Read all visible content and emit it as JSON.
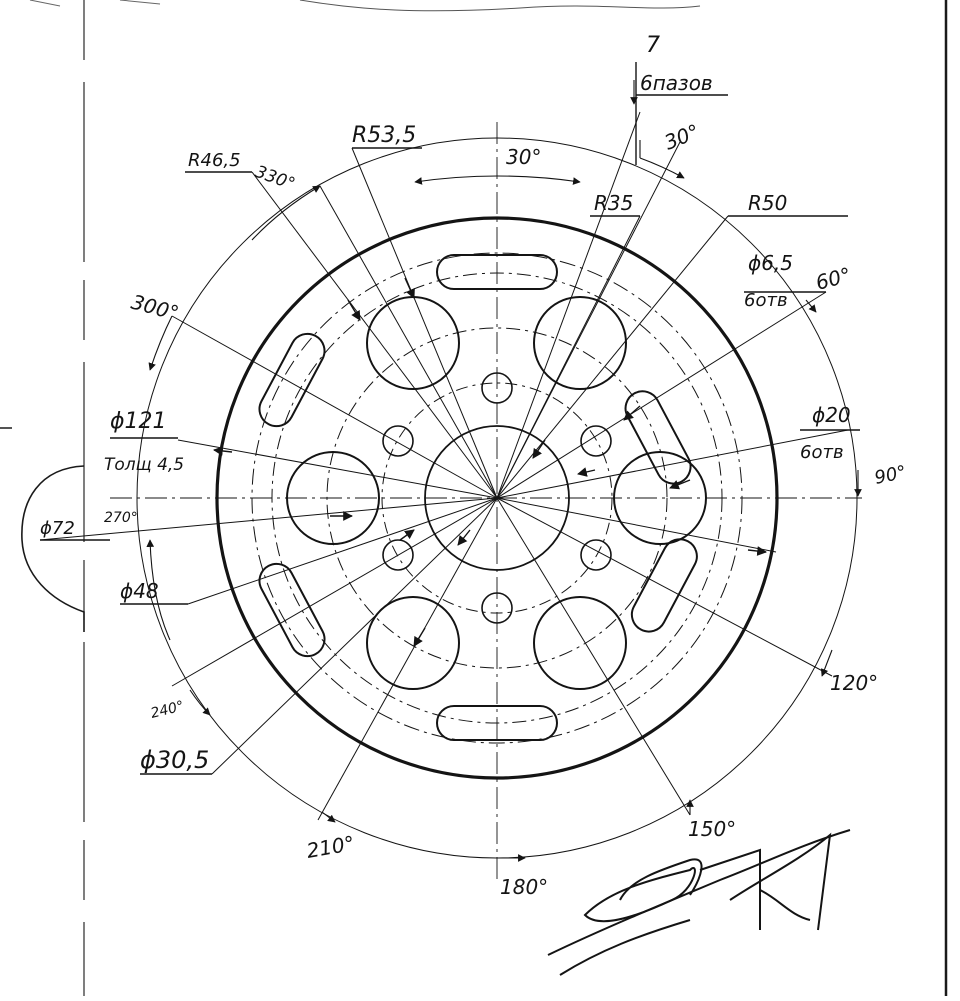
{
  "drawing": {
    "top_mark": "7",
    "slots_note": "6пазов",
    "r46": "R46,5",
    "r53": "R53,5",
    "r35": "R35",
    "r50": "R50",
    "d65": "ϕ6,5",
    "d65_count": "6отв",
    "d20": "ϕ20",
    "d20_count": "6отв",
    "d121": "ϕ121",
    "thickness": "Толщ 4,5",
    "d72": "ϕ72",
    "d48": "ϕ48",
    "d305": "ϕ30,5",
    "angles": {
      "a30_inner": "30°",
      "a30_outer": "30°",
      "a60": "60°",
      "a90": "90°",
      "a120": "120°",
      "a150": "150°",
      "a180": "180°",
      "a210": "210°",
      "a240": "240°",
      "a270": "270°",
      "a300": "300°",
      "a330": "330°"
    },
    "signature": "signature"
  }
}
